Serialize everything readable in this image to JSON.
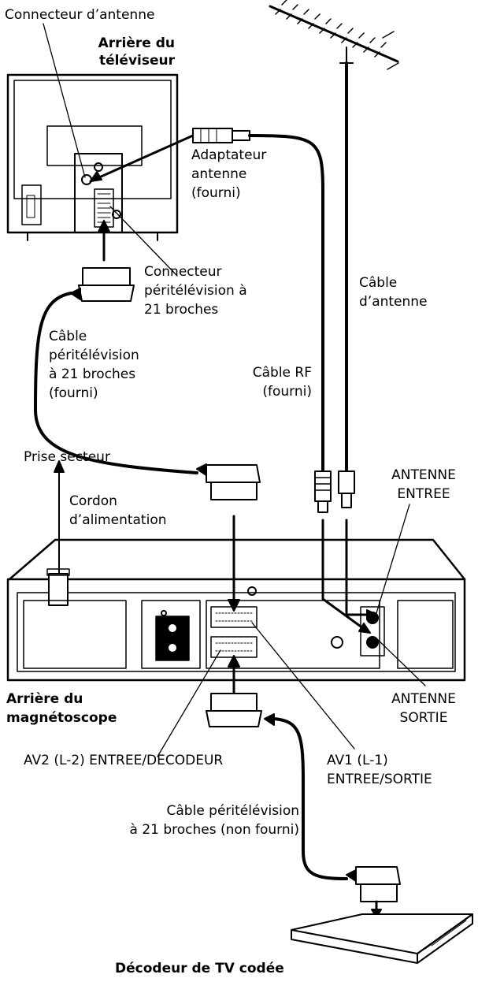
{
  "labels": {
    "connecteur_antenne": "Connecteur d’antenne",
    "arriere_tv_1": "Arrière du",
    "arriere_tv_2": "téléviseur",
    "adaptateur_1": "Adaptateur",
    "adaptateur_2": "antenne",
    "adaptateur_3": "(fourni)",
    "connecteur_peri_1": "Connecteur",
    "connecteur_peri_2": "péritélévision à",
    "connecteur_peri_3": "21 broches",
    "cable_antenne_1": "Câble",
    "cable_antenne_2": "d’antenne",
    "cable_peri_1": "Câble",
    "cable_peri_2": "péritélévision",
    "cable_peri_3": "à 21 broches",
    "cable_peri_4": "(fourni)",
    "cable_rf_1": "Câble RF",
    "cable_rf_2": "(fourni)",
    "prise_secteur": "Prise secteur",
    "cordon_1": "Cordon",
    "cordon_2": "d’alimentation",
    "antenne_entree_1": "ANTENNE",
    "antenne_entree_2": "ENTREE",
    "arriere_mag_1": "Arrière du",
    "arriere_mag_2": "magnétoscope",
    "antenne_sortie_1": "ANTENNE",
    "antenne_sortie_2": "SORTIE",
    "av2": "AV2 (L-2) ENTREE/DECODEUR",
    "av1_1": "AV1 (L-1)",
    "av1_2": "ENTREE/SORTIE",
    "cable_peri_nf_1": "Câble péritélévision",
    "cable_peri_nf_2": "à 21 broches (non fourni)",
    "decodeur": "Décodeur de TV codée"
  }
}
